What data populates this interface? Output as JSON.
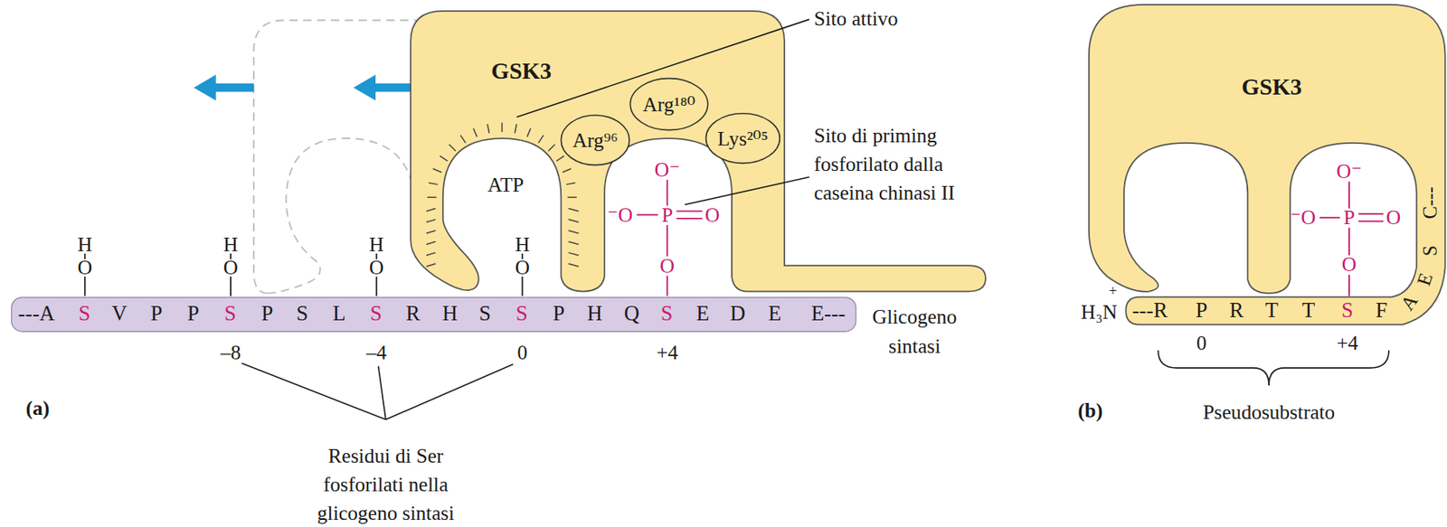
{
  "diagram": {
    "nodes": [
      {
        "text": [
          "GSK3"
        ]
      },
      {
        "text": [
          "Arg⁹⁶"
        ],
        "in": 0
      },
      {
        "text": [
          "Arg¹⁸⁰"
        ],
        "in": 0
      },
      {
        "text": [
          "Lys²⁰⁵"
        ],
        "in": 0
      },
      {
        "text": [
          "---A",
          "S",
          "V",
          "P",
          "P",
          "S",
          "P",
          "S",
          "L",
          "S",
          "R",
          "H",
          "S",
          "S",
          "P",
          "H",
          "Q",
          "S",
          "E",
          "D",
          "E",
          "E---",
          "Glicogeno sintasi"
        ]
      },
      {
        "text": [
          "GSK3"
        ]
      }
    ],
    "labels": [
      "ATP",
      "Sito attivo",
      "Sito di priming fosforilato dalla caseina chinasi II",
      "O⁻",
      "⁻O",
      "P",
      "O",
      "O",
      "H",
      "O",
      "H",
      "O",
      "H",
      "O",
      "H",
      "O",
      "–8",
      "–4",
      "0",
      "+4",
      "(a)",
      "Residui di Ser fosforilati nella glicogeno sintasi",
      "O⁻",
      "⁻O",
      "P",
      "O",
      "O",
      "+",
      "H₃N",
      "---R",
      "P",
      "R",
      "T",
      "T",
      "S",
      "F",
      "A",
      "E",
      "S",
      "C---",
      "0",
      "+4",
      "(b)",
      "Pseudosubstrato"
    ]
  }
}
